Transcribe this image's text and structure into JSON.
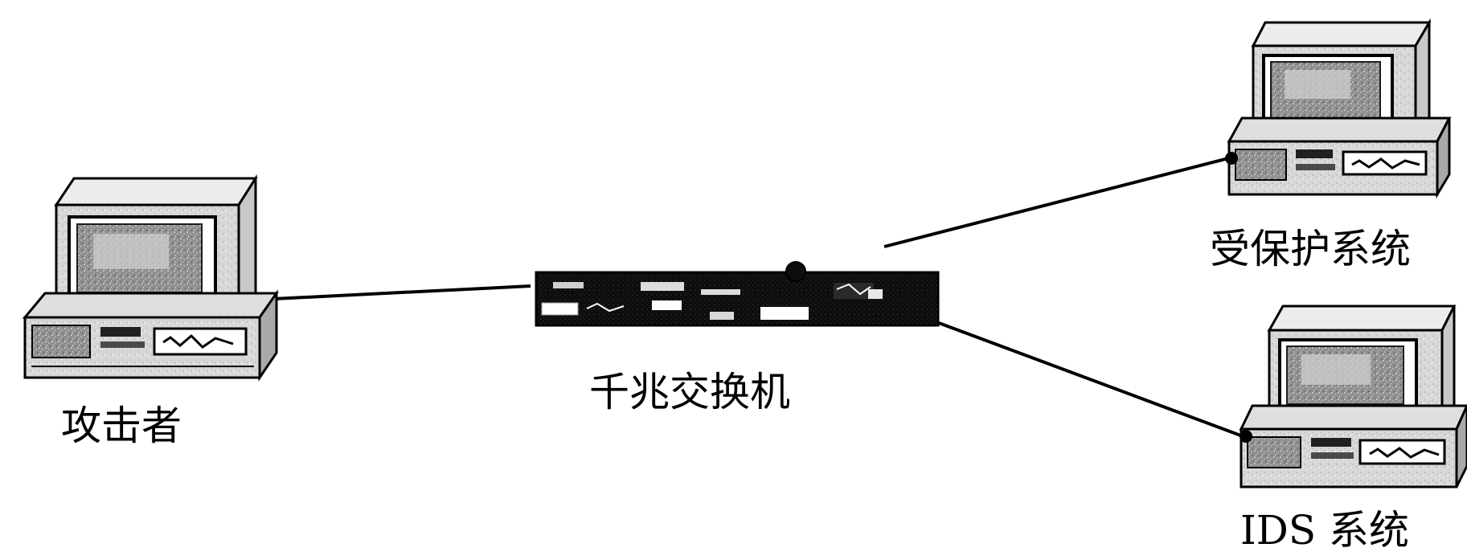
{
  "diagram": {
    "nodes": {
      "attacker": {
        "label": "攻击者",
        "icon": "desktop-computer-icon"
      },
      "switch": {
        "label": "千兆交换机",
        "icon": "network-switch-icon"
      },
      "protected_system": {
        "label": "受保护系统",
        "icon": "desktop-computer-icon"
      },
      "ids_system": {
        "label": "IDS 系统",
        "icon": "desktop-computer-icon"
      }
    },
    "links": [
      {
        "from": "attacker",
        "to": "switch"
      },
      {
        "from": "switch",
        "to": "protected_system"
      },
      {
        "from": "switch",
        "to": "ids_system"
      }
    ],
    "colors": {
      "line": "#000000",
      "background": "#ffffff"
    }
  }
}
